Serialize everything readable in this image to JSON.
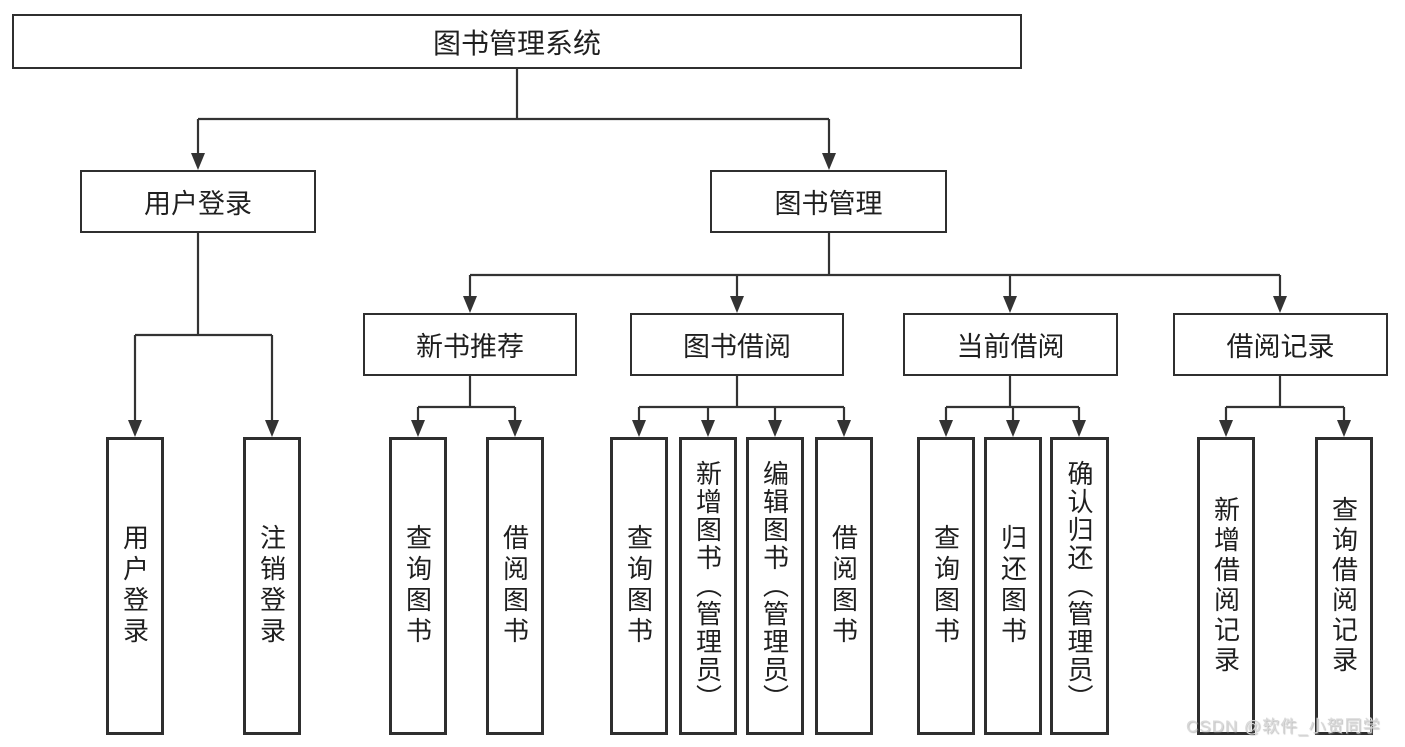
{
  "diagram_title": "图书管理系统",
  "nodes": {
    "root": "图书管理系统",
    "user_login": "用户登录",
    "book_management": "图书管理",
    "new_book_recommend": "新书推荐",
    "book_borrowing": "图书借阅",
    "current_borrowing": "当前借阅",
    "borrowing_records": "借阅记录"
  },
  "leaves": {
    "login": [
      "用户登录",
      "注销登录"
    ],
    "recommend": [
      "查询图书",
      "借阅图书"
    ],
    "borrow": [
      "查询图书",
      "新增图书（管理员）",
      "编辑图书（管理员）",
      "借阅图书"
    ],
    "current": [
      "查询图书",
      "归还图书",
      "确认归还（管理员）"
    ],
    "records": [
      "新增借阅记录",
      "查询借阅记录"
    ]
  },
  "watermark": "CSDN @软件_小贺同学",
  "colors": {
    "line": "#333333",
    "box_border": "#2f2f2f",
    "text": "#1f1f1f",
    "background": "#ffffff",
    "watermark": "#d9d9d9"
  }
}
